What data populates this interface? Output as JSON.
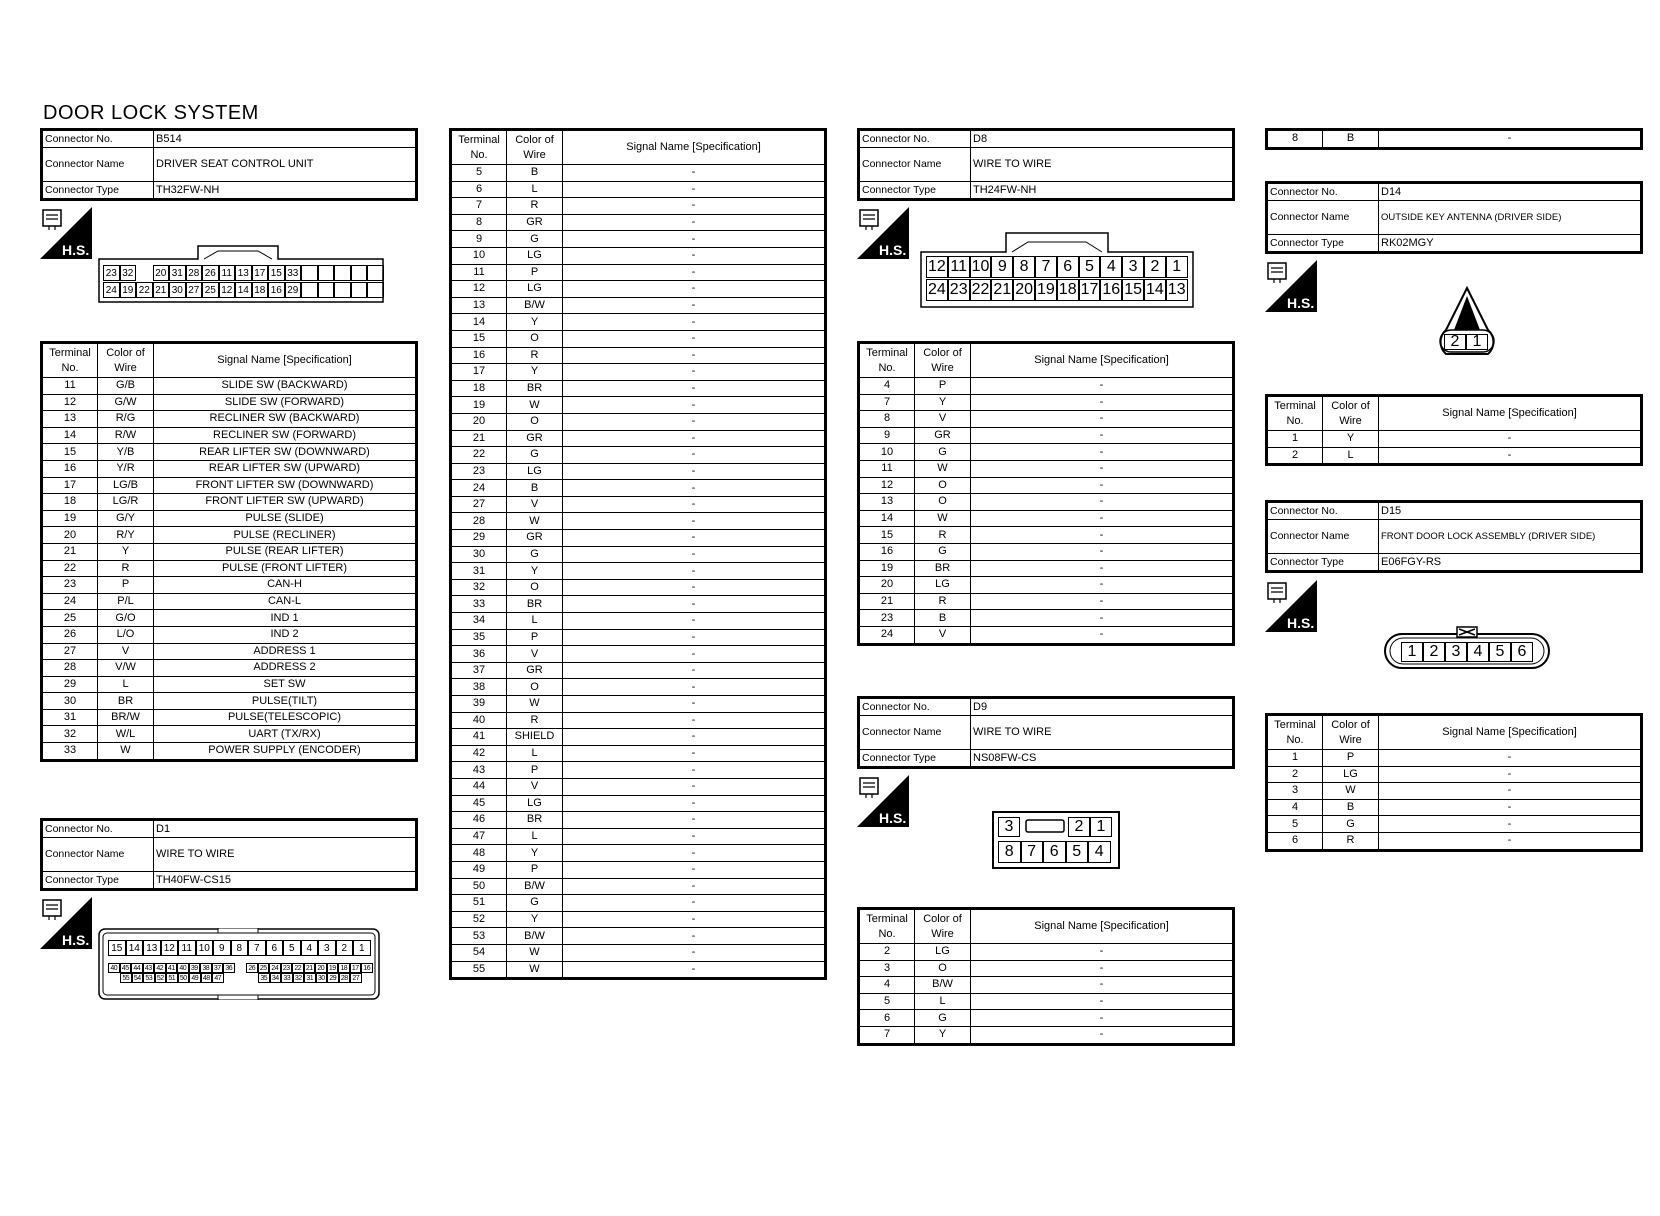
{
  "title": "DOOR LOCK SYSTEM",
  "labels": {
    "connector_no": "Connector No.",
    "connector_name": "Connector Name",
    "connector_type": "Connector Type",
    "terminal_no": "Terminal No.",
    "color_of_wire": "Color of Wire",
    "signal_name": "Signal Name [Specification]",
    "hs": "H.S."
  },
  "b514": {
    "no": "B514",
    "name": "DRIVER SEAT CONTROL UNIT",
    "type": "TH32FW-NH",
    "face_top": [
      "23",
      "32",
      "",
      "20",
      "31",
      "28",
      "26",
      "11",
      "13",
      "17",
      "15",
      "33"
    ],
    "face_bottom": [
      "24",
      "19",
      "22",
      "21",
      "30",
      "27",
      "25",
      "12",
      "14",
      "18",
      "16",
      "29"
    ],
    "rows": [
      [
        "11",
        "G/B",
        "SLIDE SW (BACKWARD)"
      ],
      [
        "12",
        "G/W",
        "SLIDE SW (FORWARD)"
      ],
      [
        "13",
        "R/G",
        "RECLINER SW (BACKWARD)"
      ],
      [
        "14",
        "R/W",
        "RECLINER SW (FORWARD)"
      ],
      [
        "15",
        "Y/B",
        "REAR LIFTER SW (DOWNWARD)"
      ],
      [
        "16",
        "Y/R",
        "REAR LIFTER SW (UPWARD)"
      ],
      [
        "17",
        "LG/B",
        "FRONT LIFTER SW (DOWNWARD)"
      ],
      [
        "18",
        "LG/R",
        "FRONT LIFTER SW (UPWARD)"
      ],
      [
        "19",
        "G/Y",
        "PULSE (SLIDE)"
      ],
      [
        "20",
        "R/Y",
        "PULSE (RECLINER)"
      ],
      [
        "21",
        "Y",
        "PULSE (REAR LIFTER)"
      ],
      [
        "22",
        "R",
        "PULSE (FRONT LIFTER)"
      ],
      [
        "23",
        "P",
        "CAN-H"
      ],
      [
        "24",
        "P/L",
        "CAN-L"
      ],
      [
        "25",
        "G/O",
        "IND 1"
      ],
      [
        "26",
        "L/O",
        "IND 2"
      ],
      [
        "27",
        "V",
        "ADDRESS 1"
      ],
      [
        "28",
        "V/W",
        "ADDRESS 2"
      ],
      [
        "29",
        "L",
        "SET SW"
      ],
      [
        "30",
        "BR",
        "PULSE(TILT)"
      ],
      [
        "31",
        "BR/W",
        "PULSE(TELESCOPIC)"
      ],
      [
        "32",
        "W/L",
        "UART (TX/RX)"
      ],
      [
        "33",
        "W",
        "POWER SUPPLY (ENCODER)"
      ]
    ]
  },
  "d1": {
    "no": "D1",
    "name": "WIRE TO WIRE",
    "type": "TH40FW-CS15",
    "face_top": [
      "15",
      "14",
      "13",
      "12",
      "11",
      "10",
      "9",
      "8",
      "7",
      "6",
      "5",
      "4",
      "3",
      "2",
      "1"
    ],
    "face_bl": [
      "40",
      "45",
      "44",
      "43",
      "42",
      "41",
      "40",
      "39",
      "38",
      "37",
      "36"
    ],
    "face_br": [
      "26",
      "25",
      "24",
      "23",
      "22",
      "21",
      "20",
      "19",
      "18",
      "17",
      "16"
    ],
    "face_bl2": [
      "55",
      "54",
      "53",
      "52",
      "51",
      "50",
      "49",
      "48",
      "47"
    ],
    "face_br2": [
      "35",
      "34",
      "33",
      "32",
      "31",
      "30",
      "29",
      "28",
      "27"
    ],
    "rows": [
      [
        "5",
        "B",
        "-"
      ],
      [
        "6",
        "L",
        "-"
      ],
      [
        "7",
        "R",
        "-"
      ],
      [
        "8",
        "GR",
        "-"
      ],
      [
        "9",
        "G",
        "-"
      ],
      [
        "10",
        "LG",
        "-"
      ],
      [
        "11",
        "P",
        "-"
      ],
      [
        "12",
        "LG",
        "-"
      ],
      [
        "13",
        "B/W",
        "-"
      ],
      [
        "14",
        "Y",
        "-"
      ],
      [
        "15",
        "O",
        "-"
      ],
      [
        "16",
        "R",
        "-"
      ],
      [
        "17",
        "Y",
        "-"
      ],
      [
        "18",
        "BR",
        "-"
      ],
      [
        "19",
        "W",
        "-"
      ],
      [
        "20",
        "O",
        "-"
      ],
      [
        "21",
        "GR",
        "-"
      ],
      [
        "22",
        "G",
        "-"
      ],
      [
        "23",
        "LG",
        "-"
      ],
      [
        "24",
        "B",
        "-"
      ],
      [
        "27",
        "V",
        "-"
      ],
      [
        "28",
        "W",
        "-"
      ],
      [
        "29",
        "GR",
        "-"
      ],
      [
        "30",
        "G",
        "-"
      ],
      [
        "31",
        "Y",
        "-"
      ],
      [
        "32",
        "O",
        "-"
      ],
      [
        "33",
        "BR",
        "-"
      ],
      [
        "34",
        "L",
        "-"
      ],
      [
        "35",
        "P",
        "-"
      ],
      [
        "36",
        "V",
        "-"
      ],
      [
        "37",
        "GR",
        "-"
      ],
      [
        "38",
        "O",
        "-"
      ],
      [
        "39",
        "W",
        "-"
      ],
      [
        "40",
        "R",
        "-"
      ],
      [
        "41",
        "SHIELD",
        "-"
      ],
      [
        "42",
        "L",
        "-"
      ],
      [
        "43",
        "P",
        "-"
      ],
      [
        "44",
        "V",
        "-"
      ],
      [
        "45",
        "LG",
        "-"
      ],
      [
        "46",
        "BR",
        "-"
      ],
      [
        "47",
        "L",
        "-"
      ],
      [
        "48",
        "Y",
        "-"
      ],
      [
        "49",
        "P",
        "-"
      ],
      [
        "50",
        "B/W",
        "-"
      ],
      [
        "51",
        "G",
        "-"
      ],
      [
        "52",
        "Y",
        "-"
      ],
      [
        "53",
        "B/W",
        "-"
      ],
      [
        "54",
        "W",
        "-"
      ],
      [
        "55",
        "W",
        "-"
      ]
    ]
  },
  "d8": {
    "no": "D8",
    "name": "WIRE TO WIRE",
    "type": "TH24FW-NH",
    "face_top": [
      "12",
      "11",
      "10",
      "9",
      "8",
      "7",
      "6",
      "5",
      "4",
      "3",
      "2",
      "1"
    ],
    "face_bottom": [
      "24",
      "23",
      "22",
      "21",
      "20",
      "19",
      "18",
      "17",
      "16",
      "15",
      "14",
      "13"
    ],
    "rows": [
      [
        "4",
        "P",
        "-"
      ],
      [
        "7",
        "Y",
        "-"
      ],
      [
        "8",
        "V",
        "-"
      ],
      [
        "9",
        "GR",
        "-"
      ],
      [
        "10",
        "G",
        "-"
      ],
      [
        "11",
        "W",
        "-"
      ],
      [
        "12",
        "O",
        "-"
      ],
      [
        "13",
        "O",
        "-"
      ],
      [
        "14",
        "W",
        "-"
      ],
      [
        "15",
        "R",
        "-"
      ],
      [
        "16",
        "G",
        "-"
      ],
      [
        "19",
        "BR",
        "-"
      ],
      [
        "20",
        "LG",
        "-"
      ],
      [
        "21",
        "R",
        "-"
      ],
      [
        "23",
        "B",
        "-"
      ],
      [
        "24",
        "V",
        "-"
      ]
    ]
  },
  "d9": {
    "no": "D9",
    "name": "WIRE TO WIRE",
    "type": "NS08FW-CS",
    "face_top": [
      "3",
      "2",
      "1"
    ],
    "face_bottom": [
      "8",
      "7",
      "6",
      "5",
      "4"
    ],
    "rows": [
      [
        "2",
        "LG",
        "-"
      ],
      [
        "3",
        "O",
        "-"
      ],
      [
        "4",
        "B/W",
        "-"
      ],
      [
        "5",
        "L",
        "-"
      ],
      [
        "6",
        "G",
        "-"
      ],
      [
        "7",
        "Y",
        "-"
      ]
    ]
  },
  "d8_extra": {
    "row": [
      "8",
      "B",
      "-"
    ]
  },
  "d14": {
    "no": "D14",
    "name": "OUTSIDE KEY ANTENNA (DRIVER SIDE)",
    "type": "RK02MGY",
    "face": [
      "2",
      "1"
    ],
    "rows": [
      [
        "1",
        "Y",
        "-"
      ],
      [
        "2",
        "L",
        "-"
      ]
    ]
  },
  "d15": {
    "no": "D15",
    "name": "FRONT DOOR LOCK ASSEMBLY (DRIVER SIDE)",
    "type": "E06FGY-RS",
    "face": [
      "1",
      "2",
      "3",
      "4",
      "5",
      "6"
    ],
    "rows": [
      [
        "1",
        "P",
        "-"
      ],
      [
        "2",
        "LG",
        "-"
      ],
      [
        "3",
        "W",
        "-"
      ],
      [
        "4",
        "B",
        "-"
      ],
      [
        "5",
        "G",
        "-"
      ],
      [
        "6",
        "R",
        "-"
      ]
    ]
  }
}
